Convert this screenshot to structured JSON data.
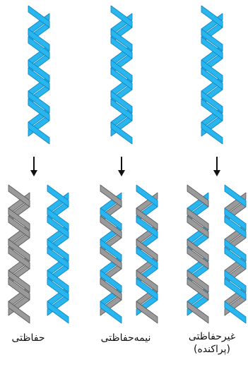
{
  "colors": {
    "blue": "#29b6ee",
    "blue_dark": "#0f86c4",
    "gray": "#9a9a9a",
    "gray_dark": "#5a5a5a"
  },
  "models": [
    {
      "label": "حفاظتی",
      "label2": "",
      "daughters": [
        "conservative-gray",
        "conservative-blue"
      ]
    },
    {
      "label": "نیمه‌حفاظتی",
      "label2": "",
      "daughters": [
        "semi-gray-blue",
        "semi-blue-gray"
      ]
    },
    {
      "label": "غیرحفاظتی",
      "label2": "(پراکنده)",
      "daughters": [
        "dispersive-mix",
        "dispersive-mix"
      ]
    }
  ],
  "arrow_icon": "down-arrow-icon",
  "helix_icon": "dna-double-helix-icon"
}
